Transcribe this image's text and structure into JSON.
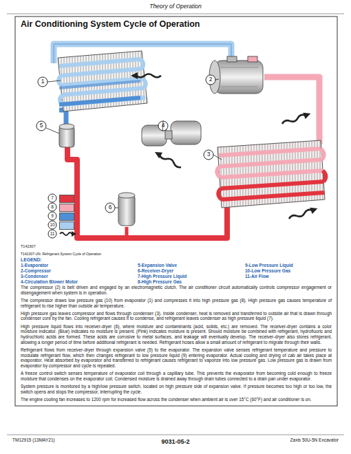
{
  "diagram": {
    "title": "Air Conditioning System Cycle of Operation",
    "caption": "T142307-UN: Refrigerant System Cycle of Operation",
    "labels": [
      "Theory of Operation",
      "1",
      "2",
      "3",
      "4",
      "5",
      "6",
      "T142307",
      "LEGEND:",
      "1-Evaporator",
      "2-Compressor",
      "3-Condenser",
      "4-Circulation Blower Motor",
      "5-Expansion Valve",
      "6-Receiver-Dryer",
      "7-High Pressure Liquid",
      "8-High Pressure Gas",
      "9-Low Pressure Liquid",
      "10-Low Pressure Gas",
      "11-Air Flow",
      "The compressor (2) is belt driven and engaged by an electromagnetic clutch. The air conditioner circuit automatically controls compressor engagement or disengagement when system is in operation.",
      "The compressor draws low pressure gas (10) from evaporator (1) and compresses it into high pressure gas (8). High pressure gas causes temperature of refrigerant to rise higher than outside air temperature.",
      "High pressure gas leaves compressor and flows through condenser (3). Inside condenser, heat is removed and transferred to outside air that is drawn through condenser core by the fan. Cooling refrigerant causes it to condense, and refrigerant leaves condenser as high pressure liquid (7).",
      "High pressure liquid flows into receiver-dryer (6), where moisture and contaminants (acid, solids, etc.) are removed. The receiver-dryer contains a color moisture indicator. (Blue) indicates no moisture is present. (Pink) indicates moisture is present. Should moisture be combined with refrigerant, hydrofluoric and hydrochloric acids are formed. These acids are corrosive to metal surfaces, and leakage will eventually develop. The receiver-dryer also stores refrigerant, allowing a longer period of time before additional refrigerant is needed. Refrigerant hoses allow a small amount of refrigerant to migrate through their walls.",
      "Refrigerant flows from receiver-dryer through expansion valve (5) to the evaporator. The expansion valve senses refrigerant temperature and pressure to modulate refrigerant flow, which then changes refrigerant to low pressure liquid (9) entering evaporator. Actual cooling and drying of cab air takes place at evaporator. Heat absorbed by evaporator and transferred to refrigerant causes refrigerant to vaporize into low pressure gas. Low pressure gas is drawn from evaporator by compressor and cycle is repeated.",
      "A freeze control switch senses temperature of evaporator coil through a capillary tube. This prevents the evaporator from becoming cold enough to freeze moisture that condenses on the evaporator coil. Condensed moisture is drained away through drain tubes connected to a drain pan under evaporator.",
      "System pressure is monitored by a high/low pressure switch, located on high pressure side of expansion valve. If pressure becomes too high or too low, the switch opens and stops the compressor, interrupting the cycle.",
      "The engine cooling fan increases to 1200 rpm for increased flow across the condenser when ambient air is over 15°C (60°F) and air conditioner is on.",
      "TM12915 (13MAY21)",
      "9031-05-2",
      "Zaxis 50U-5N Excavator"
    ],
    "legend": [
      {
        "text": "7",
        "color": "#e2343f"
      },
      {
        "text": "8",
        "color": "#f5a9b6"
      },
      {
        "text": "9",
        "color": "#4f8fd6"
      },
      {
        "text": "10",
        "color": "#a9cff0"
      },
      {
        "text": "11"
      }
    ]
  }
}
